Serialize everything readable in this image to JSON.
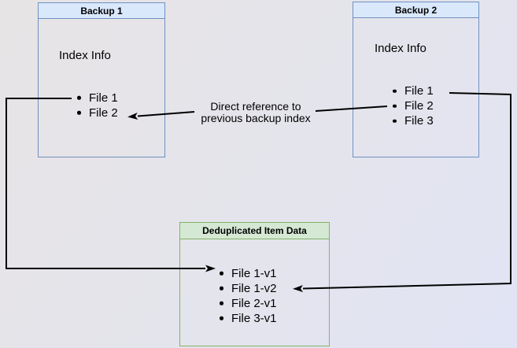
{
  "boxes": {
    "backup1": {
      "title": "Backup 1",
      "label": "Index Info",
      "files": [
        "File 1",
        "File 2"
      ]
    },
    "backup2": {
      "title": "Backup 2",
      "label": "Index Info",
      "files": [
        "File 1",
        "File 2",
        "File 3"
      ]
    },
    "dedup": {
      "title": "Deduplicated Item Data",
      "files": [
        "File 1-v1",
        "File 1-v2",
        "File 2-v1",
        "File 3-v1"
      ]
    }
  },
  "annotation": {
    "line1": "Direct reference to",
    "line2": "previous backup index"
  },
  "colors": {
    "blue_fill": "#dae8fc",
    "blue_border": "#6f91c1",
    "green_fill": "#d5e8d4",
    "green_border": "#82b366",
    "connector": "#000000",
    "background_start": "#e7e4e5",
    "background_end": "#e1e4f5"
  }
}
